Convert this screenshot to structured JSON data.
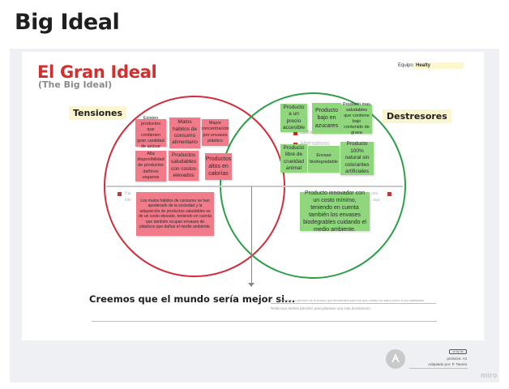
{
  "page_heading": "Big Ideal",
  "board": {
    "title": "El Gran Ideal",
    "subtitle": "(The Big Ideal)",
    "team_label": "Equipo",
    "team_value": "Healty",
    "tensiones_label": "Tensiones",
    "destresores_label": "Destresores",
    "tension_notes": [
      "Existen productos que contienen gran cantidad de azúcar",
      "Malos hábitos de consumo alimentario",
      "Mayor concentración por envases plástico",
      "Alta disponibilidad de productos dañinos veganos",
      "Productos saludables con costos elevados",
      "Productos altos en calorías"
    ],
    "tension_summary": "Los malos hábitos de consumo se han apoderado de la sociedad y la adquisición de productos saludables es de un costo elevado, teniendo en cuenta que también ocupan envases de plásticos que dañan el medio ambiente.",
    "destres_notes": [
      "Producto a un precio accesible",
      "Producto bajo en azucares",
      "Producto mas saludables que contiene bajo contenido de grasa",
      "Producto libre de crueldad animal",
      "Envase biodegradable",
      "Producto 100% natural sin colorantes artificiales"
    ],
    "destres_summary": "Producto innovador con un costo mínimo, teniendo en cuenta también los envases biodegrables cuidando el medio ambiente.",
    "ghost_solutions": "Soluciones",
    "ghost_alt": "Alternativas",
    "ghost_inc": "inc",
    "ghost_left_1": "Par",
    "ghost_left_2": "tide",
    "ghost_right_1": "una",
    "ghost_right_2": "aqui",
    "believe_text": "Creemos que el mundo sería mejor si...",
    "believe_hint": "Creemos en primero es lo bueno que beneficiará para los que cuidan su salud como a los habitantes en general",
    "believe_hint_2": "Relaciona ambos párrafos para plantear una sola declaración"
  },
  "footer": {
    "cc_text": "cc by sa",
    "credit_1": "printsize: A3",
    "credit_2": "Adaptado por: P. Tavera",
    "brand": "miro"
  },
  "colors": {
    "red": "#cf2e3a",
    "green": "#2e9e48",
    "pink_note": "#f27b8a",
    "green_note": "#8fd67d",
    "label_bg": "#fbf6cf"
  }
}
